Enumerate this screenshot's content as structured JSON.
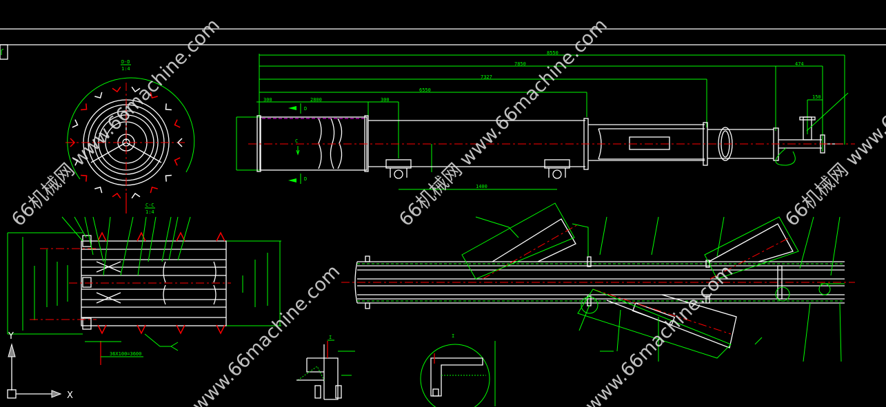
{
  "drawing": {
    "section_dd": {
      "title": "D-D",
      "scale": "1:4"
    },
    "section_cc": {
      "title": "C-C",
      "scale": "1:4"
    },
    "section_i": {
      "title": "I"
    },
    "pitch_note": "36X100=3600",
    "dimensions": {
      "overall": "8550",
      "d2": "7850",
      "d3": "7327",
      "d4": "6550",
      "d5": "2800",
      "d6": "300",
      "d7": "474",
      "d8": "150",
      "d9": "1400",
      "d10": "300"
    },
    "section_markers": {
      "c": "C",
      "d": "D"
    }
  },
  "ucs": {
    "x_label": "X",
    "y_label": "Y"
  },
  "watermark": {
    "cn": "66机械网",
    "url": "www.66machine.com"
  },
  "colors": {
    "background": "#000000",
    "geometry": "#ffffff",
    "dimension": "#00ff00",
    "centerline": "#ff0000"
  }
}
